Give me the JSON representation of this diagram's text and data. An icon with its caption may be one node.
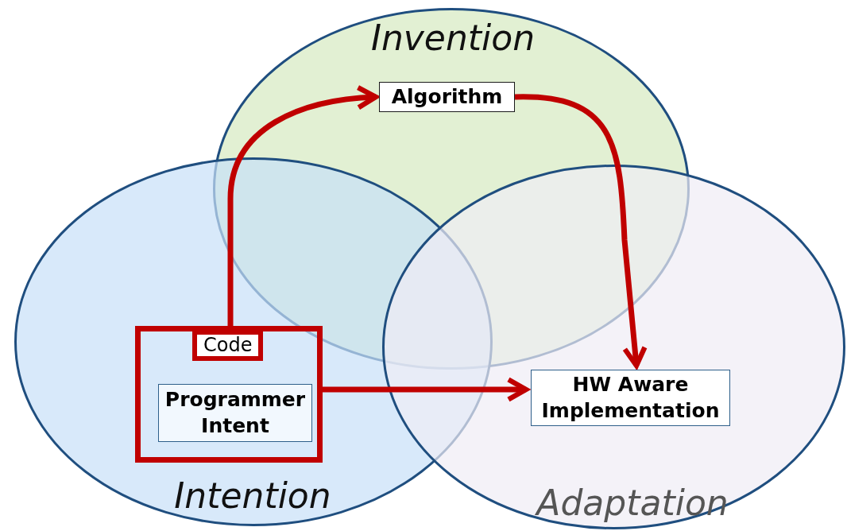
{
  "diagram": {
    "nodes": [
      {
        "text": [
          "Invention"
        ]
      },
      {
        "text": [
          "Intention"
        ]
      },
      {
        "text": [
          "Adaptation"
        ]
      },
      {
        "text": [
          "Algorithm"
        ],
        "in": 0
      },
      {
        "text": [
          "Code"
        ],
        "in": 1
      },
      {
        "text": [
          "Programmer Intent"
        ],
        "in": 4
      },
      {
        "text": [
          "HW Aware Implementation"
        ],
        "in": 2
      }
    ],
    "edges": [
      {
        "from": 4,
        "to": 3,
        "arrow": "to"
      },
      {
        "from": 3,
        "to": 6,
        "arrow": "to"
      },
      {
        "from": 4,
        "to": 6,
        "arrow": "to"
      }
    ]
  }
}
